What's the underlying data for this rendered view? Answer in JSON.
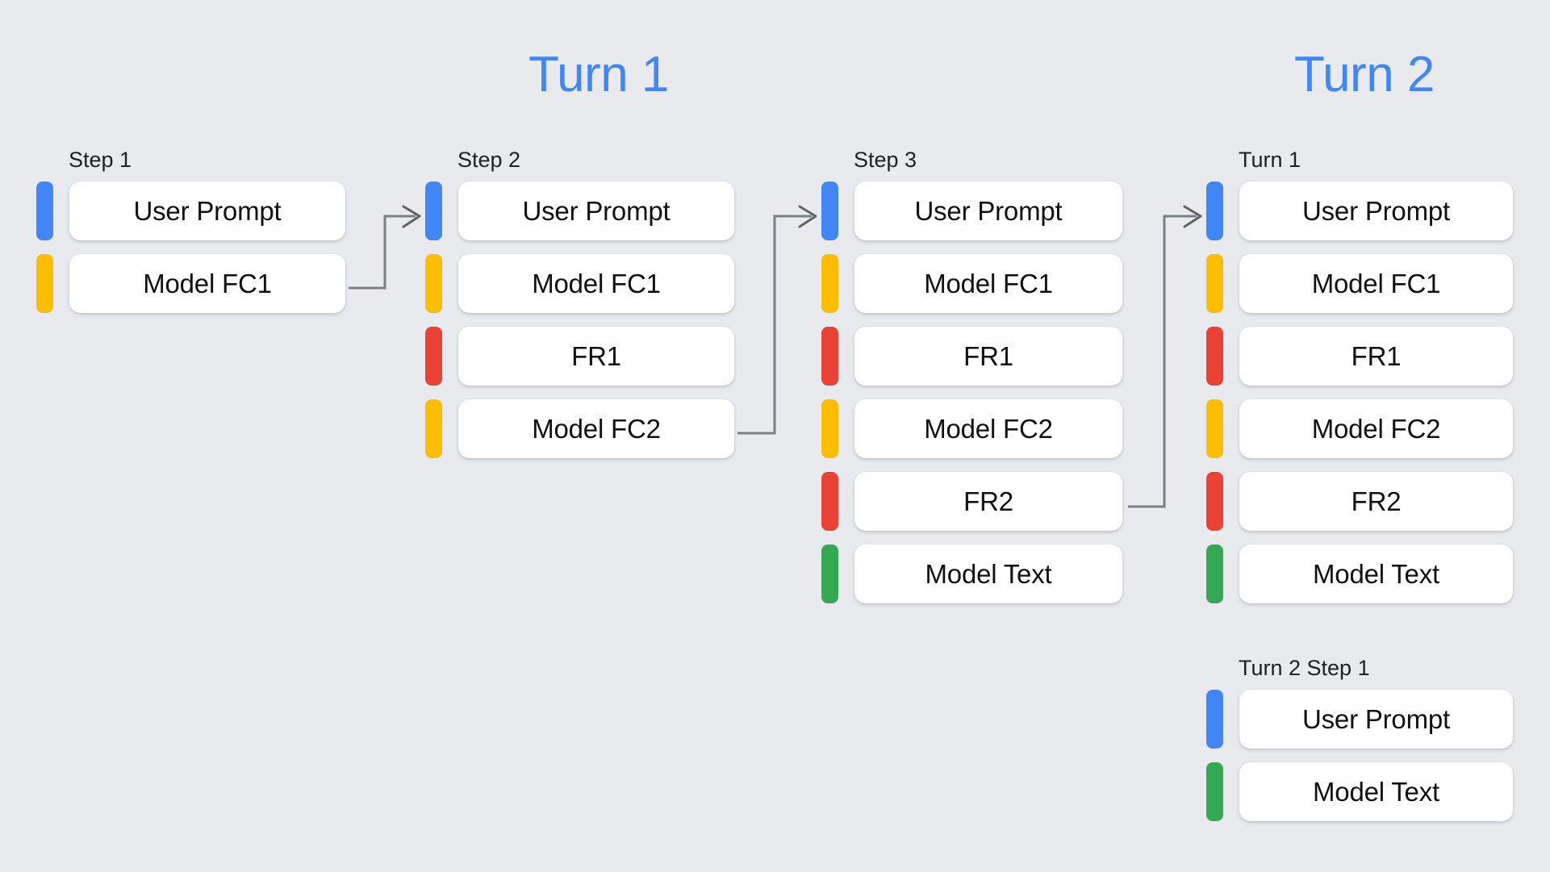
{
  "background_color": "#e8eaed",
  "palette": {
    "blue": "#4285f4",
    "yellow": "#fbbc04",
    "red": "#ea4335",
    "green": "#34a853",
    "card": "#ffffff",
    "heading": "#4285f4",
    "connector": "#5f6368"
  },
  "headings": [
    {
      "id": "turn-1",
      "label": "Turn 1"
    },
    {
      "id": "turn-2",
      "label": "Turn 2"
    }
  ],
  "columns": [
    {
      "id": "step-1",
      "label": "Step 1",
      "rows": [
        {
          "label": "User Prompt",
          "color": "blue"
        },
        {
          "label": "Model FC1",
          "color": "yellow"
        }
      ]
    },
    {
      "id": "step-2",
      "label": "Step 2",
      "rows": [
        {
          "label": "User Prompt",
          "color": "blue"
        },
        {
          "label": "Model FC1",
          "color": "yellow"
        },
        {
          "label": "FR1",
          "color": "red"
        },
        {
          "label": "Model FC2",
          "color": "yellow"
        }
      ]
    },
    {
      "id": "step-3",
      "label": "Step 3",
      "rows": [
        {
          "label": "User Prompt",
          "color": "blue"
        },
        {
          "label": "Model FC1",
          "color": "yellow"
        },
        {
          "label": "FR1",
          "color": "red"
        },
        {
          "label": "Model FC2",
          "color": "yellow"
        },
        {
          "label": "FR2",
          "color": "red"
        },
        {
          "label": "Model Text",
          "color": "green"
        }
      ]
    },
    {
      "id": "turn-1-history",
      "label": "Turn 1",
      "rows": [
        {
          "label": "User Prompt",
          "color": "blue"
        },
        {
          "label": "Model FC1",
          "color": "yellow"
        },
        {
          "label": "FR1",
          "color": "red"
        },
        {
          "label": "Model FC2",
          "color": "yellow"
        },
        {
          "label": "FR2",
          "color": "red"
        },
        {
          "label": "Model Text",
          "color": "green"
        }
      ]
    },
    {
      "id": "turn-2-step-1",
      "label": "Turn 2 Step 1",
      "rows": [
        {
          "label": "User Prompt",
          "color": "blue"
        },
        {
          "label": "Model Text",
          "color": "green"
        }
      ]
    }
  ],
  "connectors": [
    {
      "id": "step1-to-step2",
      "from": "Model FC1 (Step 1)",
      "to": "Step 2"
    },
    {
      "id": "step2-to-step3",
      "from": "Model FC2 (Step 2)",
      "to": "Step 3"
    },
    {
      "id": "step3-to-turn1",
      "from": "FR2 (Step 3)",
      "to": "Turn 1"
    }
  ]
}
